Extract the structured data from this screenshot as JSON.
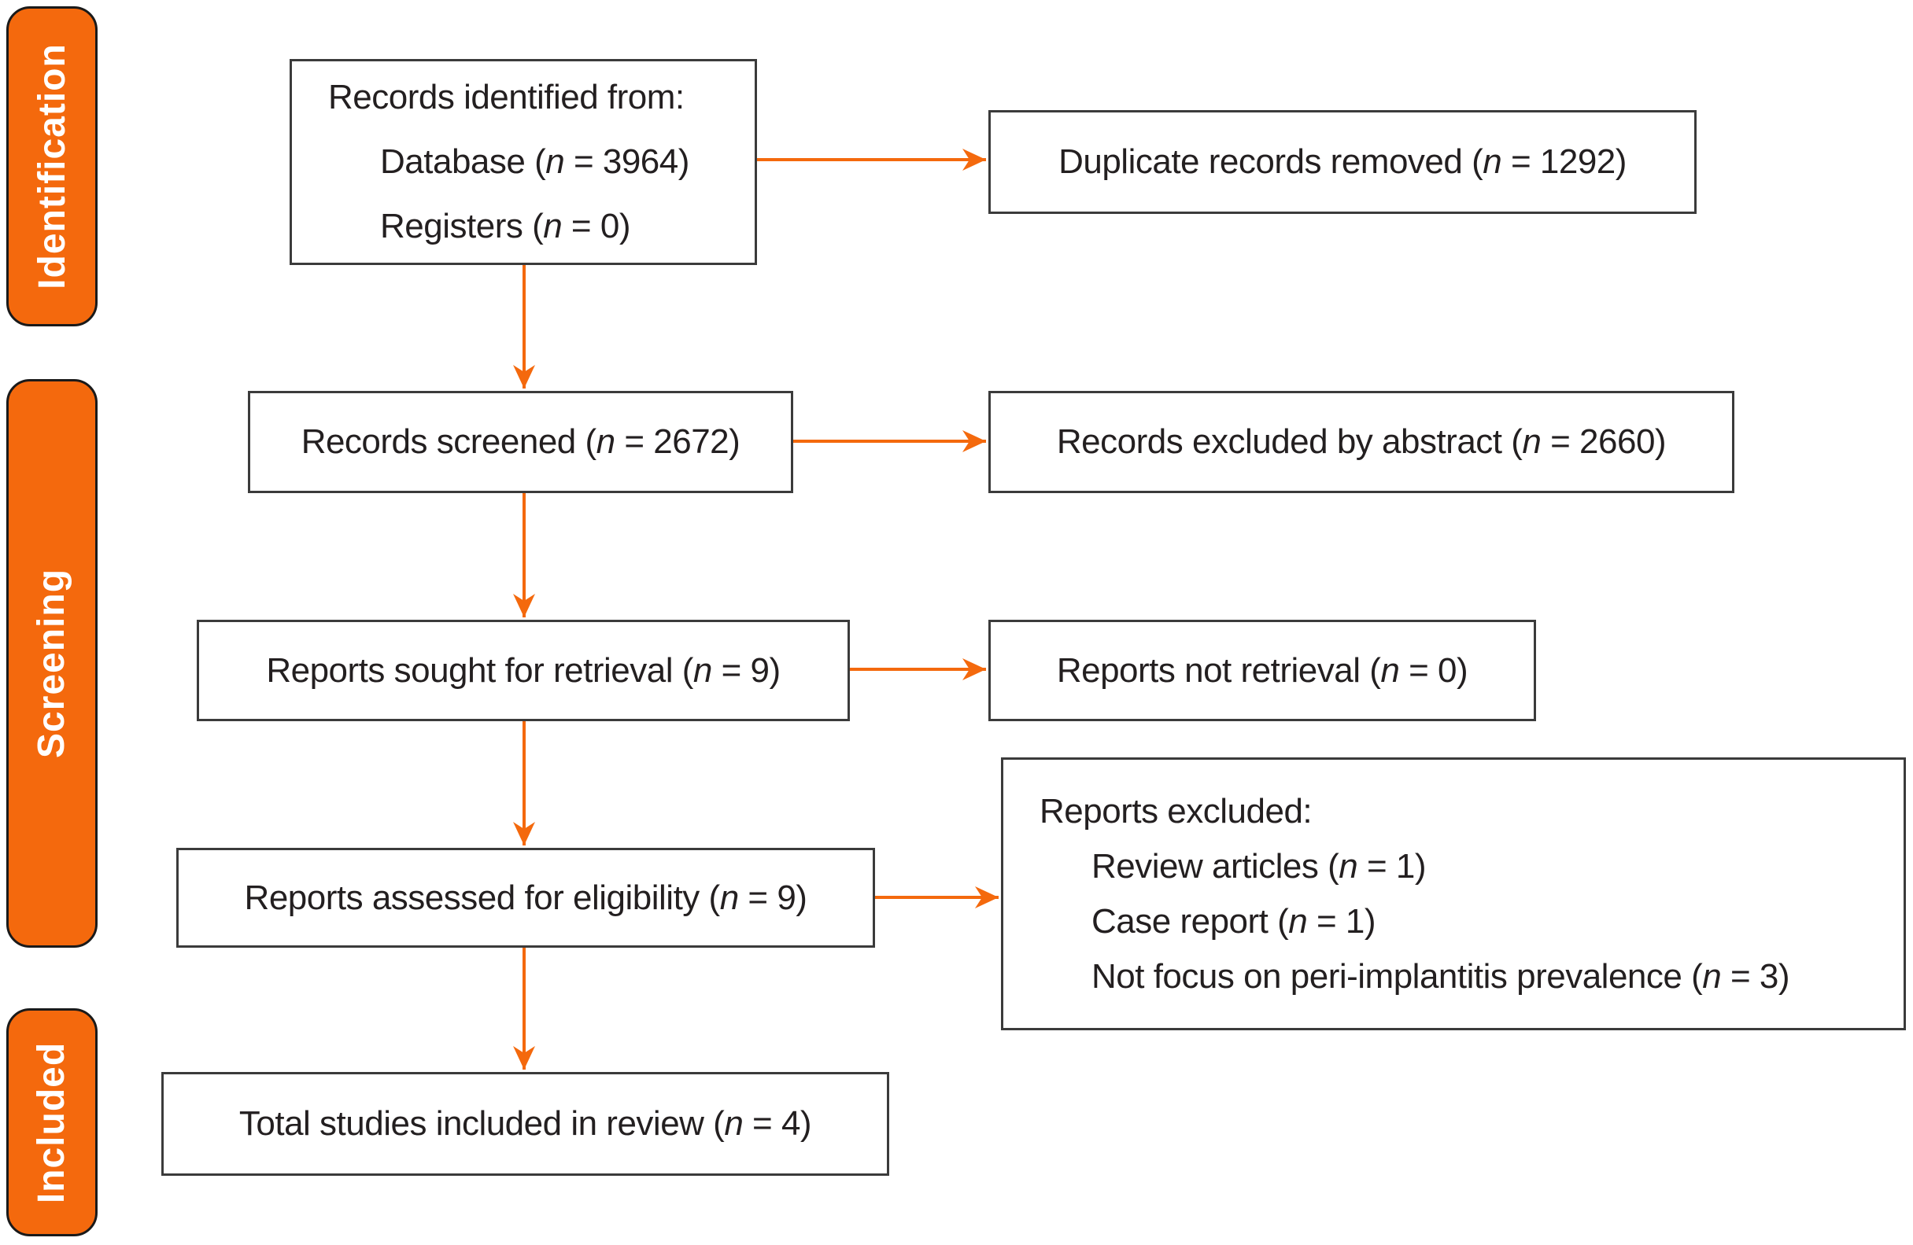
{
  "figure": {
    "type": "prisma-flow-diagram",
    "stages": [
      {
        "label": "Identification"
      },
      {
        "label": "Screening"
      },
      {
        "label": "Included"
      }
    ],
    "boxes": {
      "records_identified": {
        "lines": [
          {
            "text": "Records identified from:",
            "indent": false
          },
          {
            "text": "Database (n = 3964)",
            "indent": true
          },
          {
            "text": "Registers (n = 0)",
            "indent": true
          }
        ]
      },
      "duplicates_removed": {
        "lines": [
          {
            "text": "Duplicate records removed (n = 1292)",
            "indent": false
          }
        ]
      },
      "records_screened": {
        "lines": [
          {
            "text": "Records screened (n = 2672)",
            "indent": false
          }
        ]
      },
      "records_excluded_abstract": {
        "lines": [
          {
            "text": "Records excluded by abstract (n = 2660)",
            "indent": false
          }
        ]
      },
      "reports_sought": {
        "lines": [
          {
            "text": "Reports sought for retrieval (n = 9)",
            "indent": false
          }
        ]
      },
      "reports_not_retrieved": {
        "lines": [
          {
            "text": "Reports not retrieval (n = 0)",
            "indent": false
          }
        ]
      },
      "reports_assessed": {
        "lines": [
          {
            "text": "Reports assessed for eligibility (n = 9)",
            "indent": false
          }
        ]
      },
      "reports_excluded": {
        "lines": [
          {
            "text": "Reports excluded:",
            "indent": false
          },
          {
            "text": "Review articles (n = 1)",
            "indent": true
          },
          {
            "text": "Case report (n = 1)",
            "indent": true
          },
          {
            "text": "Not focus on peri-implantitis prevalence (n = 3)",
            "indent": true
          }
        ]
      },
      "total_included": {
        "lines": [
          {
            "text": "Total studies included in review (n = 4)",
            "indent": false
          }
        ]
      }
    },
    "colors": {
      "accent": "#F4690D",
      "band_text": "#FFFFFF",
      "text": "#231F20",
      "box_border": "#3B3B3B",
      "band_border": "#1A1A1A",
      "background": "#FFFFFF"
    }
  }
}
